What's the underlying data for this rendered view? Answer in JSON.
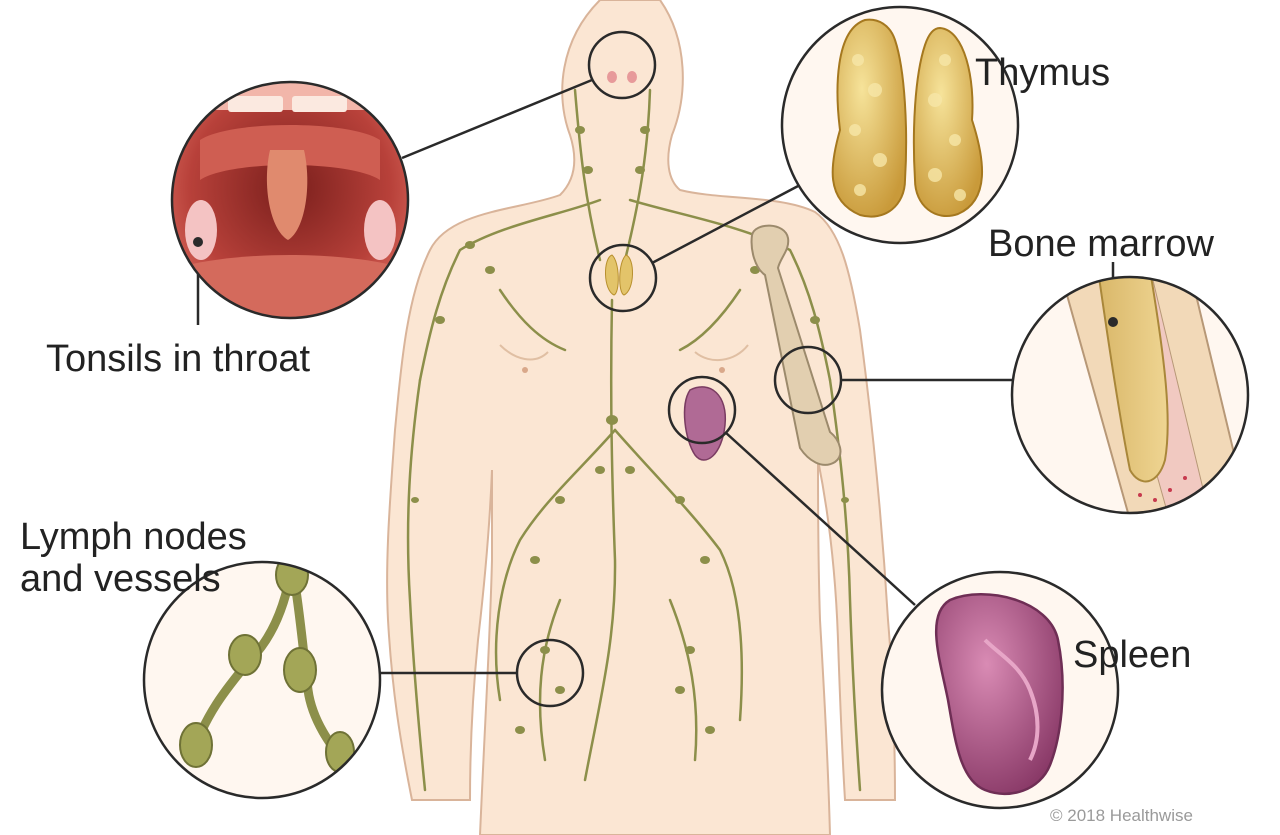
{
  "labels": {
    "thymus": "Thymus",
    "bone_marrow": "Bone marrow",
    "tonsils": "Tonsils in throat",
    "lymph_line1": "Lymph nodes",
    "lymph_line2": "and vessels",
    "spleen": "Spleen"
  },
  "credit": "© 2018 Healthwise",
  "colors": {
    "skin": "#fbe6d3",
    "skin_outline": "#d9b49a",
    "lymph": "#8c8f4a",
    "thymus": "#e3c46a",
    "spleen": "#a35a86",
    "bone": "#e2cfb0",
    "throat": "#b8413a",
    "callout_line": "#2a2a2a"
  }
}
